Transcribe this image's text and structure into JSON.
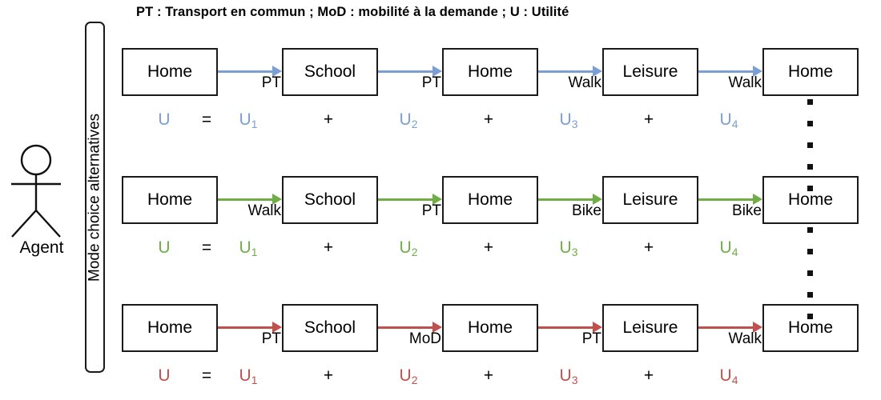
{
  "legend": {
    "text": "PT : Transport en commun ; MoD : mobilité à la demande ; U : Utilité"
  },
  "agent": {
    "label": "Agent",
    "icon": "stick-figure-icon"
  },
  "container": {
    "label": "Mode choice alternatives"
  },
  "colors": {
    "alternative_1": "#7b9fd4",
    "alternative_2": "#70ad47",
    "alternative_3": "#c0504d",
    "text": "#000000",
    "stroke": "#1a1a1a"
  },
  "equation": {
    "total_symbol": "U",
    "equals": "=",
    "plus": "+",
    "terms": [
      "U1",
      "U2",
      "U3",
      "U4"
    ]
  },
  "alternatives": [
    {
      "id": "alternative-1",
      "color": "#7b9fd4",
      "nodes": [
        "Home",
        "School",
        "Home",
        "Leisure",
        "Home"
      ],
      "modes": [
        "PT",
        "PT",
        "Walk",
        "Walk"
      ],
      "utility": {
        "total": "U",
        "equals": "=",
        "parts": [
          {
            "symbol": "U",
            "index": "1"
          },
          {
            "symbol": "U",
            "index": "2"
          },
          {
            "symbol": "U",
            "index": "3"
          },
          {
            "symbol": "U",
            "index": "4"
          }
        ],
        "operators": [
          "+",
          "+",
          "+"
        ]
      }
    },
    {
      "id": "alternative-2",
      "color": "#70ad47",
      "nodes": [
        "Home",
        "School",
        "Home",
        "Leisure",
        "Home"
      ],
      "modes": [
        "Walk",
        "PT",
        "Bike",
        "Bike"
      ],
      "utility": {
        "total": "U",
        "equals": "=",
        "parts": [
          {
            "symbol": "U",
            "index": "1"
          },
          {
            "symbol": "U",
            "index": "2"
          },
          {
            "symbol": "U",
            "index": "3"
          },
          {
            "symbol": "U",
            "index": "4"
          }
        ],
        "operators": [
          "+",
          "+",
          "+"
        ]
      }
    },
    {
      "id": "alternative-3",
      "color": "#c0504d",
      "nodes": [
        "Home",
        "School",
        "Home",
        "Leisure",
        "Home"
      ],
      "modes": [
        "PT",
        "MoD",
        "PT",
        "Walk"
      ],
      "utility": {
        "total": "U",
        "equals": "=",
        "parts": [
          {
            "symbol": "U",
            "index": "1"
          },
          {
            "symbol": "U",
            "index": "2"
          },
          {
            "symbol": "U",
            "index": "3"
          },
          {
            "symbol": "U",
            "index": "4"
          }
        ],
        "operators": [
          "+",
          "+",
          "+"
        ]
      }
    }
  ],
  "ellipsis": {
    "symbol": "vertical-dots",
    "count": 5
  }
}
